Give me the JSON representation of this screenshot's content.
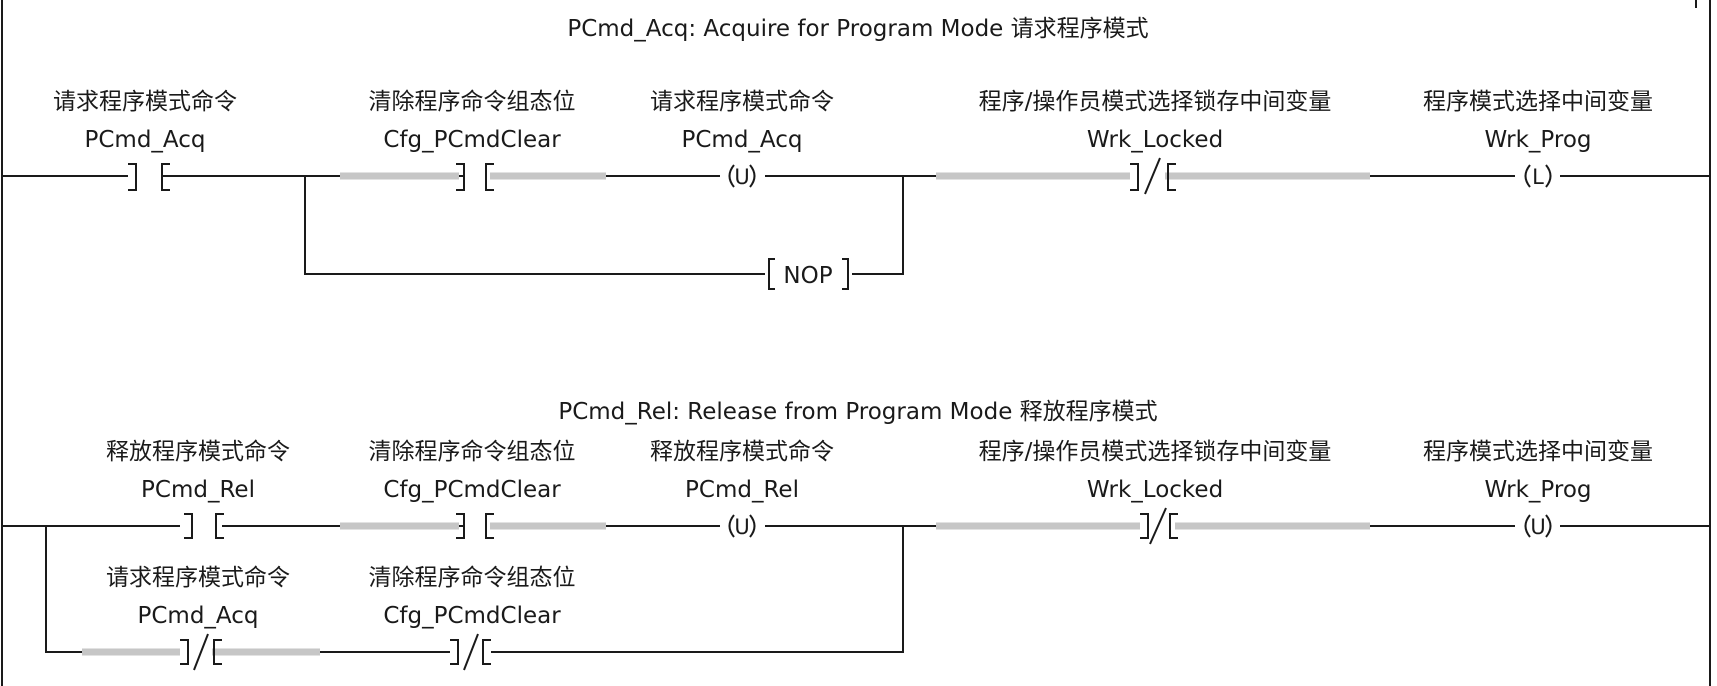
{
  "rungs": [
    {
      "title": "PCmd_Acq: Acquire for Program Mode  请求程序模式",
      "elements": [
        {
          "type": "contact_no",
          "desc": "请求程序模式命令",
          "tag": "PCmd_Acq"
        },
        {
          "type": "contact_no",
          "desc": "清除程序命令组态位",
          "tag": "Cfg_PCmdClear",
          "highlight": true
        },
        {
          "type": "coil_unlatch",
          "desc": "请求程序模式命令",
          "tag": "PCmd_Acq",
          "glyph": "U"
        },
        {
          "type": "contact_nc",
          "desc": "程序/操作员模式选择锁存中间变量",
          "tag": "Wrk_Locked",
          "highlight": true
        },
        {
          "type": "coil_latch",
          "desc": "程序模式选择中间变量",
          "tag": "Wrk_Prog",
          "glyph": "L"
        }
      ],
      "branch": {
        "type": "nop",
        "label": "NOP"
      }
    },
    {
      "title": "PCmd_Rel: Release from Program Mode 释放程序模式",
      "elements": [
        {
          "type": "contact_no",
          "desc": "释放程序模式命令",
          "tag": "PCmd_Rel"
        },
        {
          "type": "contact_no",
          "desc": "清除程序命令组态位",
          "tag": "Cfg_PCmdClear",
          "highlight": true
        },
        {
          "type": "coil_unlatch",
          "desc": "释放程序模式命令",
          "tag": "PCmd_Rel",
          "glyph": "U"
        },
        {
          "type": "contact_nc",
          "desc": "程序/操作员模式选择锁存中间变量",
          "tag": "Wrk_Locked",
          "highlight": true
        },
        {
          "type": "coil_unlatch",
          "desc": "程序模式选择中间变量",
          "tag": "Wrk_Prog",
          "glyph": "U"
        }
      ],
      "branch": {
        "type": "contacts",
        "elements": [
          {
            "type": "contact_nc",
            "desc": "请求程序模式命令",
            "tag": "PCmd_Acq",
            "highlight": true
          },
          {
            "type": "contact_nc",
            "desc": "清除程序命令组态位",
            "tag": "Cfg_PCmdClear"
          }
        ]
      }
    }
  ]
}
